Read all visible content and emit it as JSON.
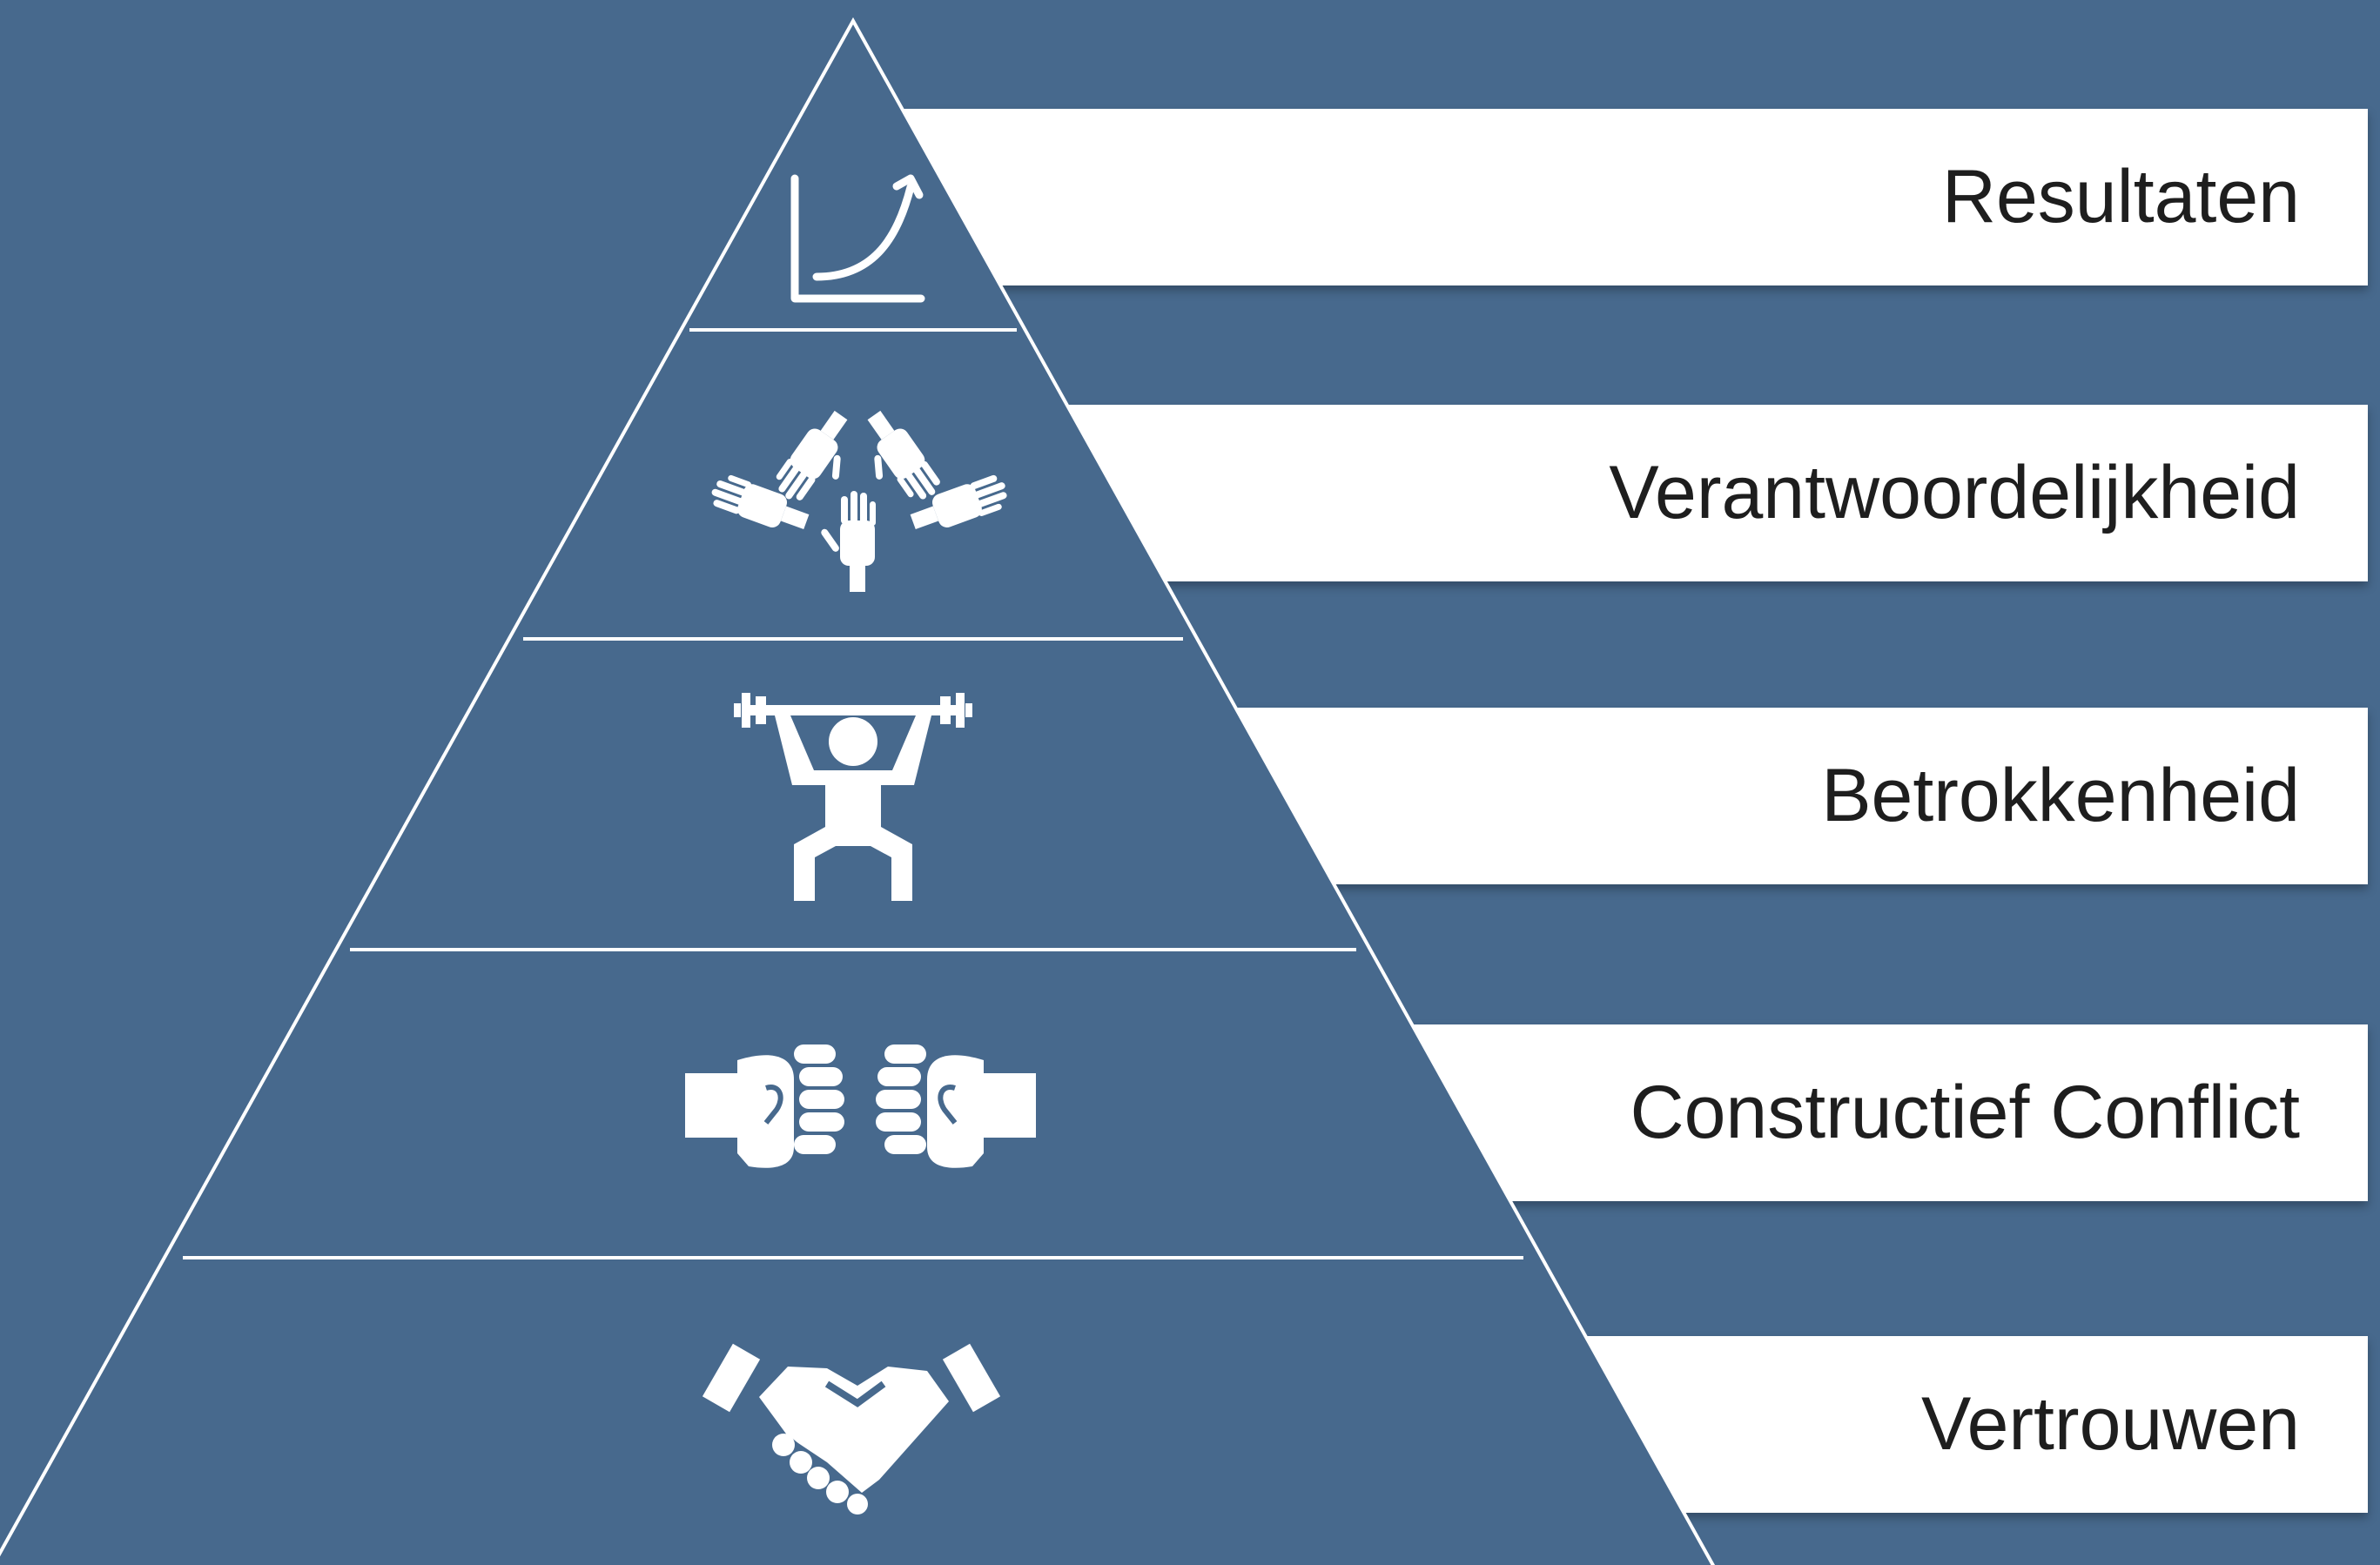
{
  "pyramid": {
    "levels": [
      {
        "label": "Resultaten",
        "icon": "growth-chart-icon"
      },
      {
        "label": "Verantwoordelijkheid",
        "icon": "joined-hands-icon"
      },
      {
        "label": "Betrokkenheid",
        "icon": "weightlifter-icon"
      },
      {
        "label": "Constructief Conflict",
        "icon": "fist-bump-icon"
      },
      {
        "label": "Vertrouwen",
        "icon": "handshake-icon"
      }
    ]
  },
  "colors": {
    "background": "#47698d",
    "band": "#ffffff",
    "text": "#1e1e1e",
    "line": "#ffffff"
  }
}
